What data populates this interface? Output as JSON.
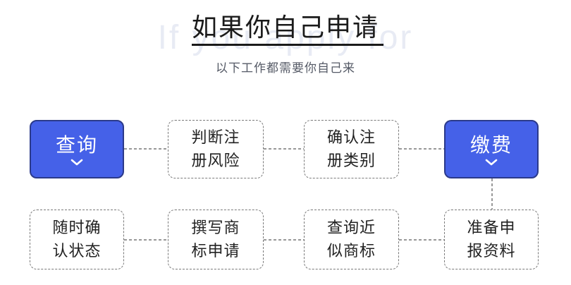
{
  "title": "如果你自己申请",
  "watermark": "If you apply for",
  "subtitle": "以下工作都需要你自己来",
  "row1": [
    {
      "label": "查询",
      "style": "primary",
      "icon": "chevron-down-icon"
    },
    {
      "label": "判断注册风险",
      "style": "dashed"
    },
    {
      "label": "确认注册类别",
      "style": "dashed"
    },
    {
      "label": "缴费",
      "style": "primary",
      "icon": "chevron-down-icon"
    }
  ],
  "row2": [
    {
      "label": "随时确认状态",
      "style": "dashed"
    },
    {
      "label": "撰写商标申请",
      "style": "dashed"
    },
    {
      "label": "查询近似商标",
      "style": "dashed"
    },
    {
      "label": "准备申报资料",
      "style": "dashed"
    }
  ],
  "colors": {
    "primary": "#4561e8",
    "primary_border": "#2b3a8a",
    "connector": "#777777"
  }
}
